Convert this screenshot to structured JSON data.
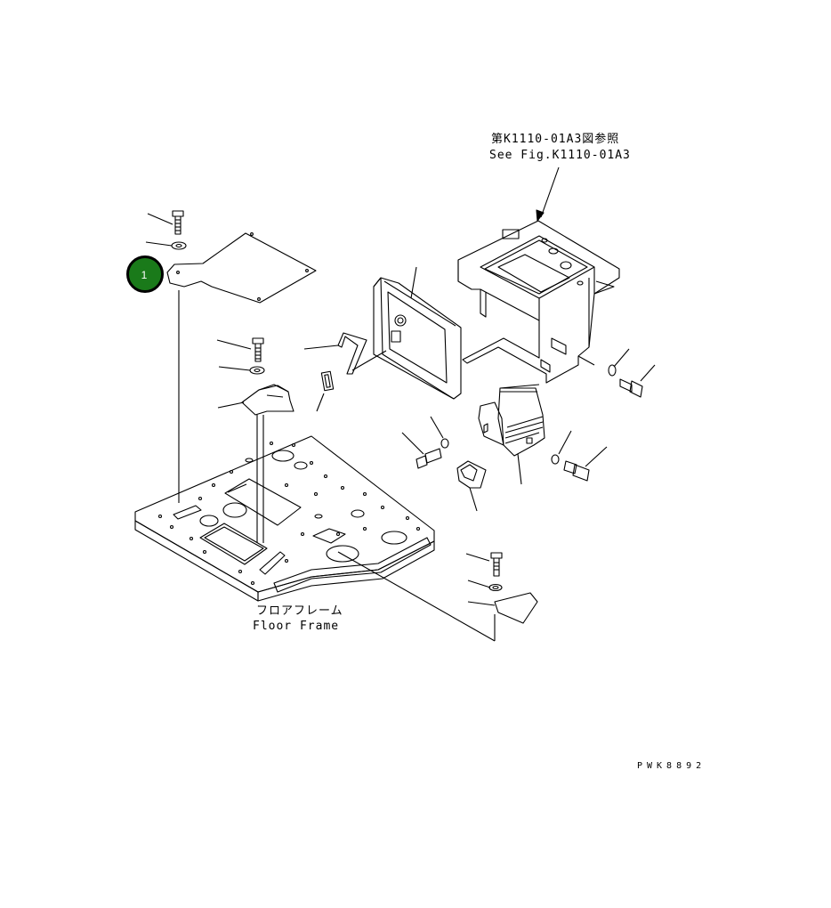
{
  "labels": {
    "ref_jp": "第K1110-01A3図参照",
    "ref_en": "See Fig.K1110-01A3",
    "floor_jp": "フロアフレーム",
    "floor_en": "Floor Frame",
    "drawing_code": "PWK8892"
  },
  "callouts": [
    {
      "number": "1",
      "color": "#1a7a1a"
    }
  ],
  "colors": {
    "line": "#000000",
    "background": "#ffffff",
    "callout_fill": "#1a7a1a"
  }
}
